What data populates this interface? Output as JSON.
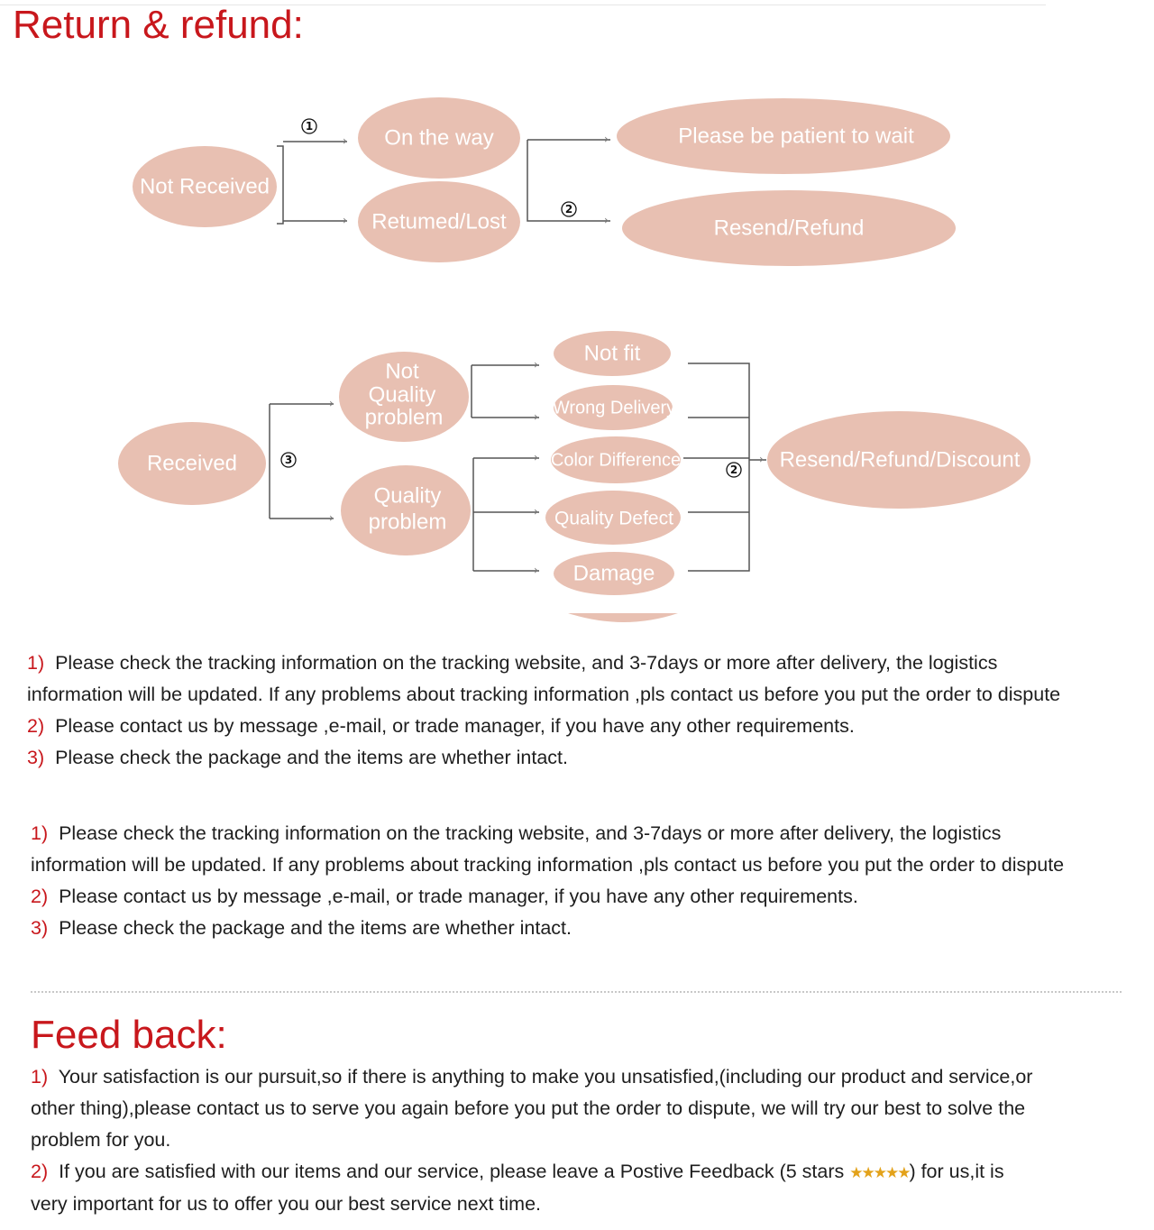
{
  "titles": {
    "return_refund": "Return & refund:",
    "feedback": "Feed back:"
  },
  "flow1": {
    "not_received": "Not Received",
    "on_the_way": "On the way",
    "returned_lost": "Retumed/Lost",
    "wait": "Please be patient to wait",
    "resend_refund": "Resend/Refund",
    "step1": "1",
    "step2": "2"
  },
  "flow2": {
    "received": "Received",
    "not_quality": [
      "Not",
      "Quality",
      "problem"
    ],
    "quality": [
      "Quality",
      "problem"
    ],
    "not_fit": "Not fit",
    "wrong_delivery": "Wrong Delivery",
    "color_difference": "Color Difference",
    "quality_defect": "Quality Defect",
    "damage": "Damage",
    "result": "Resend/Refund/Discount",
    "step3": "3",
    "step2": "2"
  },
  "notes_a": [
    {
      "num": "1)",
      "text": "Please check the tracking information on the tracking website, and 3-7days or more after delivery, the logistics",
      "cont": "information will be updated. If any problems about tracking information ,pls contact us before you put the order to dispute"
    },
    {
      "num": "2)",
      "text": "Please contact us by message ,e-mail, or trade manager, if you have any other requirements."
    },
    {
      "num": "3)",
      "text": "Please check the package and the items are whether intact."
    }
  ],
  "notes_b": [
    {
      "num": "1)",
      "text": "Please check the tracking information on the tracking website, and 3-7days or more after delivery, the logistics",
      "cont": "information will be updated. If any problems about tracking information ,pls contact us before you put the order to dispute"
    },
    {
      "num": "2)",
      "text": "Please contact us by message ,e-mail, or trade manager, if you have any other requirements."
    },
    {
      "num": "3)",
      "text": "Please check the package and the items are whether intact."
    }
  ],
  "feedback": {
    "item1": {
      "num": "1)",
      "text": "Your satisfaction is our pursuit,so if there is anything to make you unsatisfied,(including our product and service,or",
      "cont1": "other thing),please contact us to serve you again before you put the order to dispute, we will try our best to solve the",
      "cont2": "problem for you."
    },
    "item2": {
      "num": "2)",
      "text_before": "If you are satisfied with our items and our service, please leave a Postive Feedback (5 stars ",
      "stars": "★★★★★",
      "text_after": ") for us,it is",
      "cont": "very important for us to offer you our best service next time."
    }
  },
  "colors": {
    "title_red": "#c8171c",
    "oval": "#e8c0b2",
    "star": "#e3a21a"
  }
}
